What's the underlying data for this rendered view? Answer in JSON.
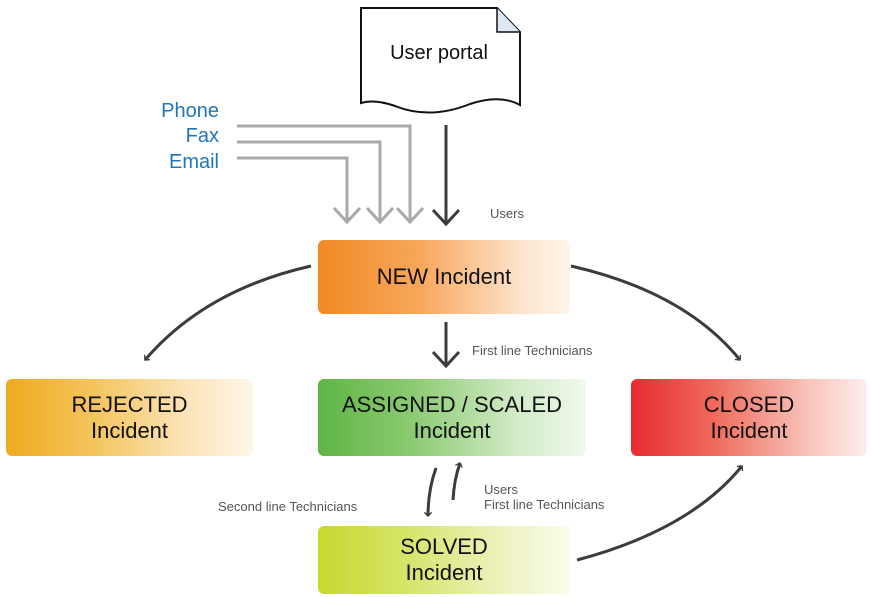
{
  "portal": {
    "label": "User portal"
  },
  "channels": {
    "phone": "Phone",
    "fax": "Fax",
    "email": "Email"
  },
  "labels": {
    "users": "Users",
    "first_line": "First line Technicians",
    "second_line": "Second line Technicians",
    "users_first_line": [
      "Users",
      "First line Technicians"
    ]
  },
  "states": {
    "new": {
      "line1": "NEW Incident",
      "color": "#f28a24"
    },
    "rejected": {
      "line1": "REJECTED",
      "line2": "Incident",
      "color": "#eeaa1e"
    },
    "assigned": {
      "line1": "ASSIGNED / SCALED",
      "line2": "Incident",
      "color": "#5fb544"
    },
    "closed": {
      "line1": "CLOSED",
      "line2": "Incident",
      "color": "#e82b2f"
    },
    "solved": {
      "line1": "SOLVED",
      "line2": "Incident",
      "color": "#c6d92f"
    }
  },
  "colors": {
    "arrow_dark": "#3c3c3c",
    "arrow_light": "#a7aaa7",
    "channel_text": "#2176b8"
  }
}
